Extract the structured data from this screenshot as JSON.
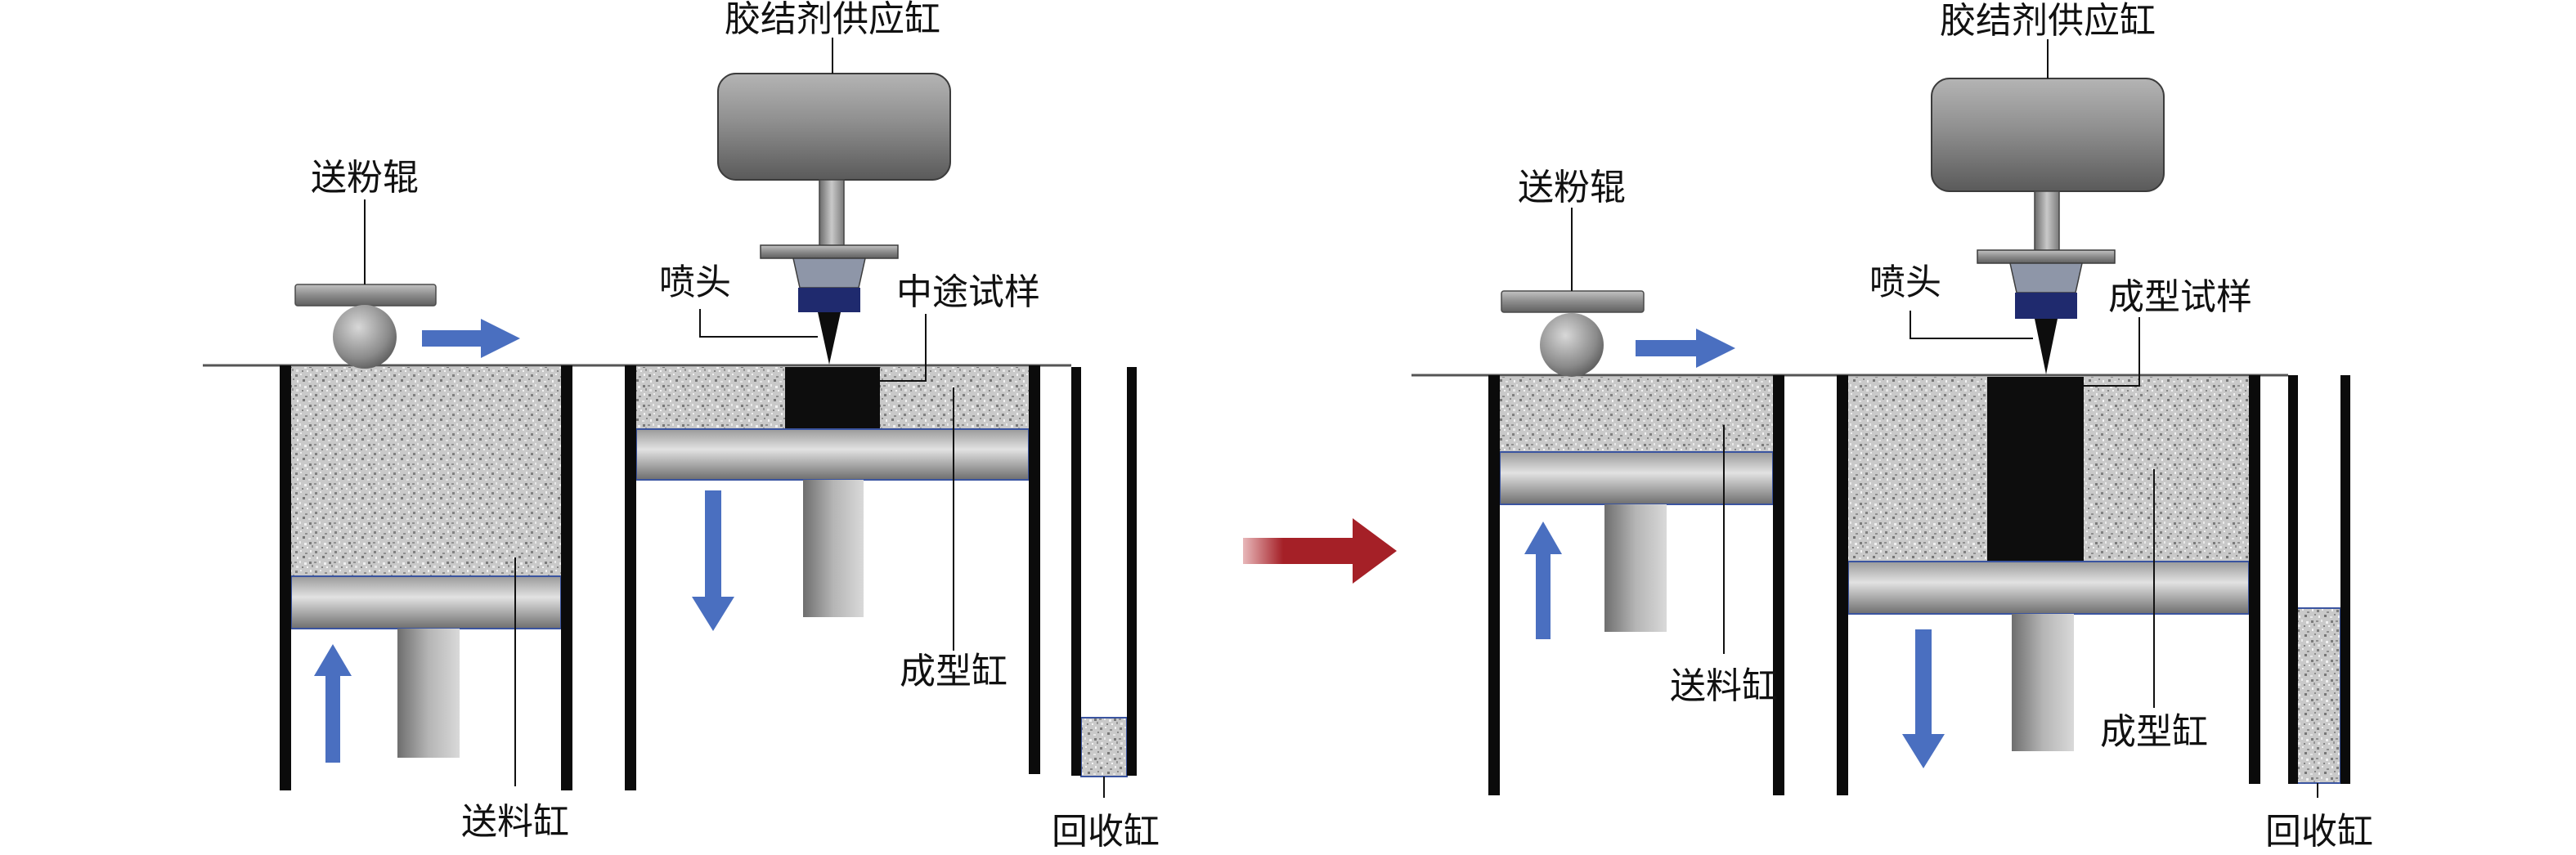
{
  "left_panel": {
    "binder_tank_label": "胶结剂供应缸",
    "roller_label": "送粉辊",
    "nozzle_label": "喷头",
    "specimen_label": "中途试样",
    "build_cylinder_label": "成型缸",
    "feed_cylinder_label": "送料缸",
    "recycle_cylinder_label": "回收缸"
  },
  "right_panel": {
    "binder_tank_label": "胶结剂供应缸",
    "roller_label": "送粉辊",
    "nozzle_label": "喷头",
    "specimen_label": "成型试样",
    "build_cylinder_label": "成型缸",
    "feed_cylinder_label": "送料缸",
    "recycle_cylinder_label": "回收缸"
  },
  "colors": {
    "motion_arrow": "#4a6fc0",
    "transition_arrow": "#a52027",
    "powder_light": "#dcdcdc",
    "powder_dark": "#8a8a8a",
    "specimen": "#0d0d0d",
    "nozzle_tip": "#1f2a6e"
  }
}
